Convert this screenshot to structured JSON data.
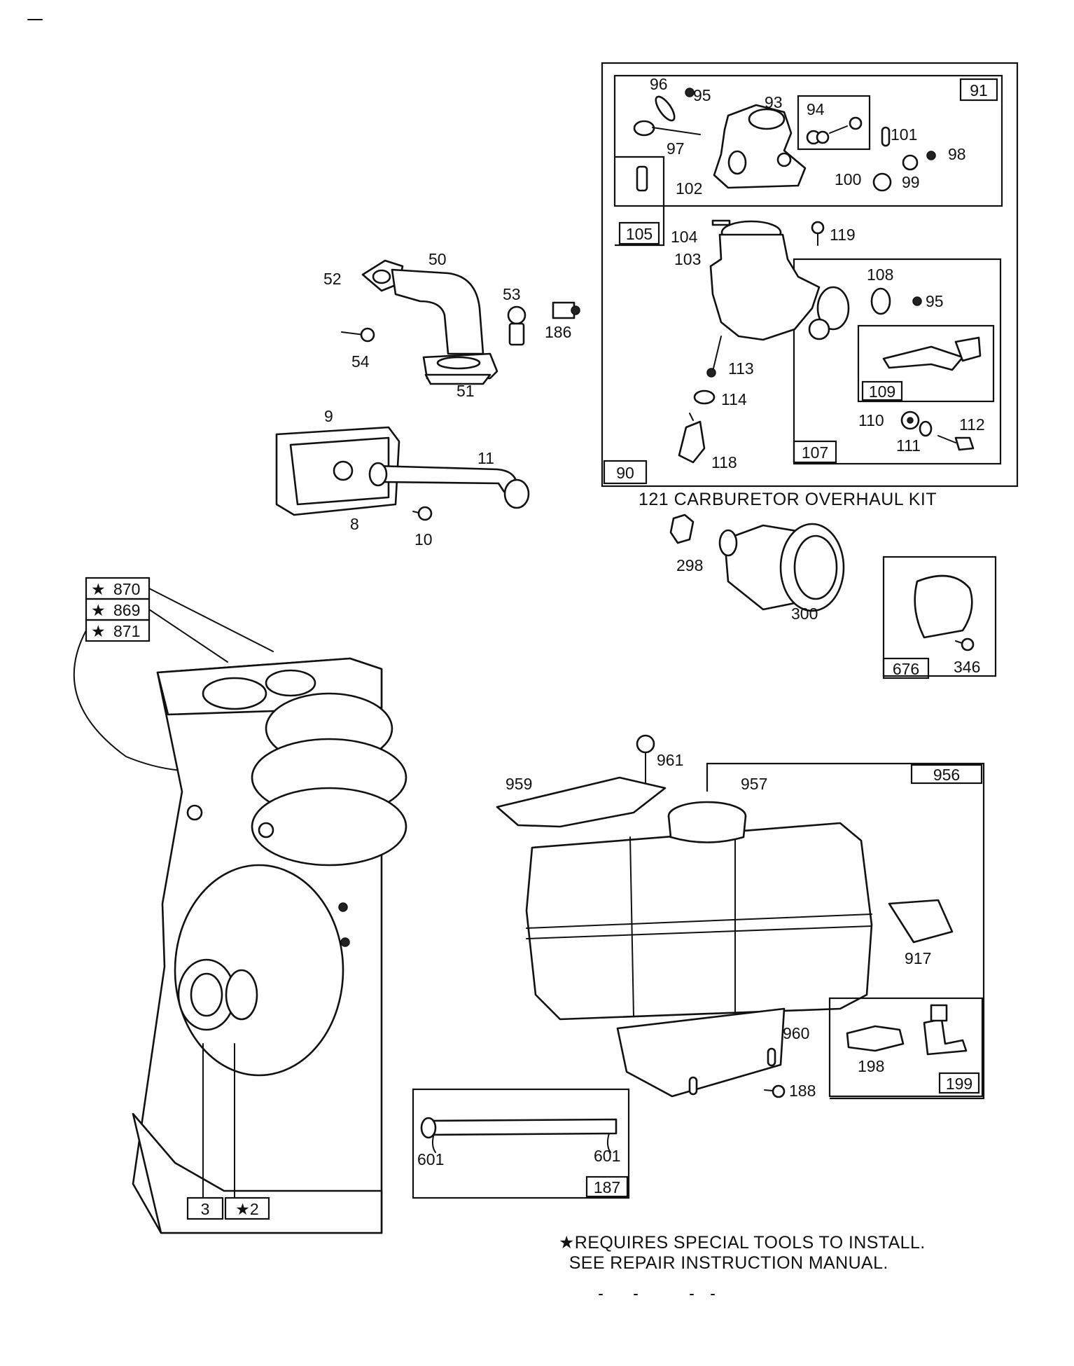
{
  "kit_title": "121 CARBURETOR OVERHAUL KIT",
  "note_line1": "★REQUIRES SPECIAL TOOLS TO INSTALL.",
  "note_line2": "SEE REPAIR INSTRUCTION MANUAL.",
  "star": "★",
  "gasket_set": {
    "a": "870",
    "b": "869",
    "c": "871"
  },
  "boxed": {
    "b91": "91",
    "b105": "105",
    "b109": "109",
    "b107": "107",
    "b90": "90",
    "b676": "676",
    "b956": "956",
    "b199": "199",
    "b187": "187",
    "b3": "3",
    "b2": "★2"
  },
  "labels": {
    "l96": "96",
    "l95a": "95",
    "l93": "93",
    "l94": "94",
    "l101": "101",
    "l97": "97",
    "l98": "98",
    "l102": "102",
    "l100": "100",
    "l99": "99",
    "l104": "104",
    "l119": "119",
    "l103": "103",
    "l108": "108",
    "l95b": "95",
    "l113": "113",
    "l114": "114",
    "l110": "110",
    "l112": "112",
    "l111": "111",
    "l118": "118",
    "l50": "50",
    "l52": "52",
    "l53": "53",
    "l186": "186",
    "l54": "54",
    "l51": "51",
    "l9": "9",
    "l11": "11",
    "l8": "8",
    "l10": "10",
    "l298": "298",
    "l300": "300",
    "l346": "346",
    "l961": "961",
    "l959": "959",
    "l957": "957",
    "l917": "917",
    "l960": "960",
    "l198": "198",
    "l188": "188",
    "l601a": "601",
    "l601b": "601"
  }
}
